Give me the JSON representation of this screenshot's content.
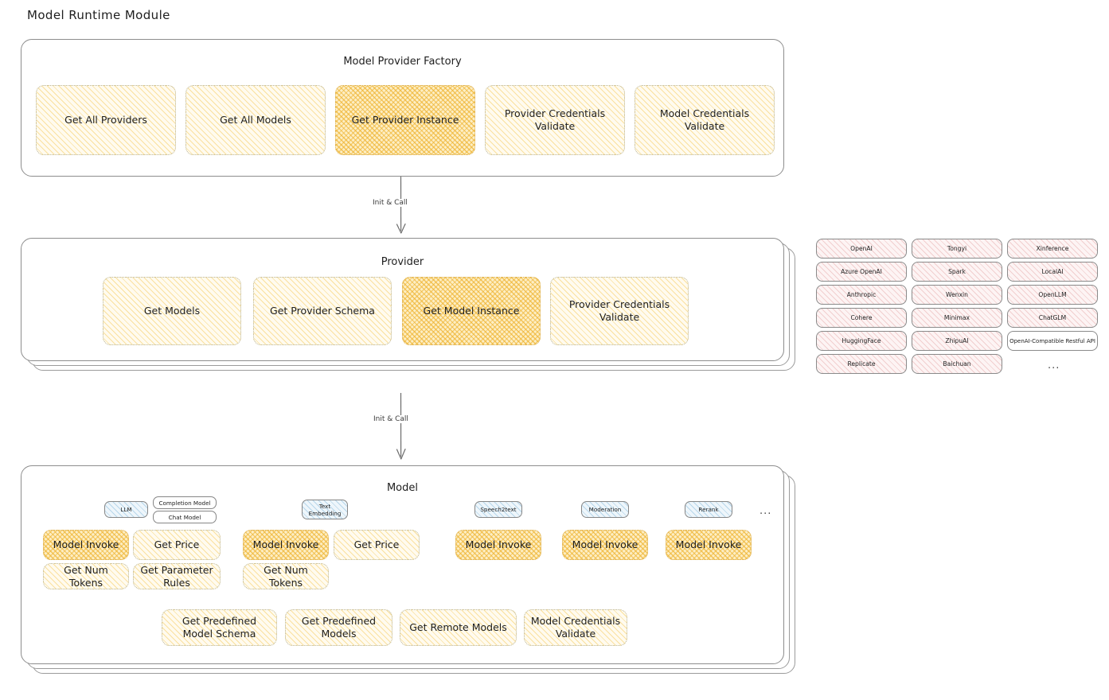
{
  "page": {
    "title": "Model Runtime Module"
  },
  "factory": {
    "title": "Model Provider Factory",
    "boxes": [
      {
        "label": "Get All Providers",
        "highlight": false
      },
      {
        "label": "Get All Models",
        "highlight": false
      },
      {
        "label": "Get Provider Instance",
        "highlight": true
      },
      {
        "label": "Provider Credentials Validate",
        "highlight": false
      },
      {
        "label": "Model Credentials Validate",
        "highlight": false
      }
    ]
  },
  "arrows": [
    {
      "label": "Init & Call"
    },
    {
      "label": "Init & Call"
    }
  ],
  "provider": {
    "title": "Provider",
    "boxes": [
      {
        "label": "Get Models",
        "highlight": false
      },
      {
        "label": "Get Provider Schema",
        "highlight": false
      },
      {
        "label": "Get Model Instance",
        "highlight": true
      },
      {
        "label": "Provider Credentials Validate",
        "highlight": false
      }
    ]
  },
  "provider_list": {
    "columns": [
      [
        "OpenAI",
        "Azure OpenAI",
        "Anthropic",
        "Cohere",
        "HuggingFace",
        "Replicate"
      ],
      [
        "Tongyi",
        "Spark",
        "Wenxin",
        "Minimax",
        "ZhipuAI",
        "Baichuan"
      ],
      [
        "Xinference",
        "LocalAI",
        "OpenLLM",
        "ChatGLM",
        "OpenAI-Compatible Restful API"
      ]
    ],
    "more": "..."
  },
  "model": {
    "title": "Model",
    "more": "...",
    "types": [
      {
        "badge": "LLM",
        "subbadges": [
          "Completion Model",
          "Chat Model"
        ],
        "methods": [
          "Model Invoke",
          "Get Price",
          "Get Num Tokens",
          "Get Parameter Rules"
        ]
      },
      {
        "badge": "Text Embedding",
        "subbadges": [],
        "methods": [
          "Model Invoke",
          "Get Price",
          "Get Num Tokens"
        ]
      },
      {
        "badge": "Speech2text",
        "subbadges": [],
        "methods": [
          "Model Invoke"
        ]
      },
      {
        "badge": "Moderation",
        "subbadges": [],
        "methods": [
          "Model Invoke"
        ]
      },
      {
        "badge": "Rerank",
        "subbadges": [],
        "methods": [
          "Model Invoke"
        ]
      }
    ],
    "common_methods": [
      "Get Predefined Model Schema",
      "Get Predefined Models",
      "Get Remote Models",
      "Model Credentials Validate"
    ]
  },
  "colors": {
    "amber_light": "#fffbef",
    "amber_strong": "#fdeec4",
    "blue": "#eef6fb",
    "pink": "#fdf4f4",
    "stroke": "#8d8d8d",
    "text": "#1e1e1e"
  }
}
